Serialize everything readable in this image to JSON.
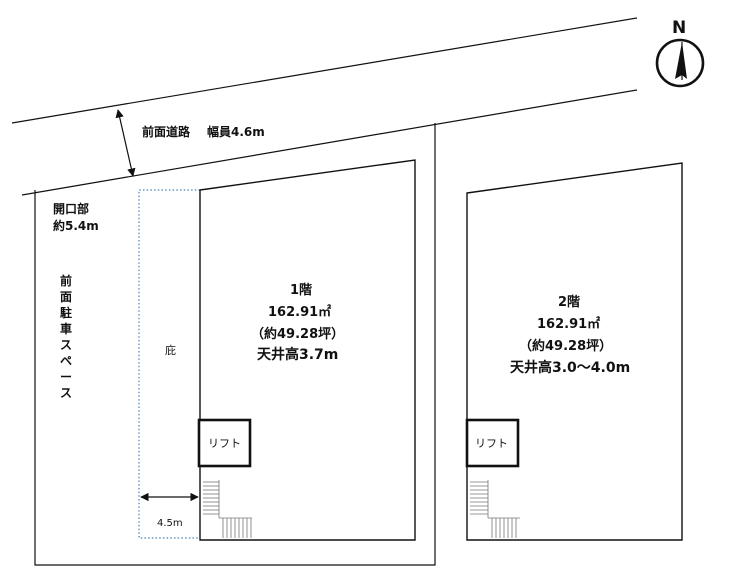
{
  "title": "",
  "colors": {
    "line": "#111111",
    "dotted": "#4a7fb5",
    "background": "#ffffff"
  },
  "road": {
    "label": "前面道路",
    "width_label": "幅員4.6m"
  },
  "north": {
    "label": "N",
    "icon": "north-arrow-icon"
  },
  "opening": {
    "line1": "開口部",
    "line2": "約5.4m"
  },
  "parking": {
    "chars": [
      "前",
      "面",
      "駐",
      "車",
      "ス",
      "ペ",
      "ー",
      "ス"
    ]
  },
  "eave": {
    "label": "庇",
    "depth_label": "4.5m"
  },
  "floor1": {
    "name": "1階",
    "area": "162.91㎡",
    "tsubo": "（約49.28坪）",
    "ceiling": "天井高3.7m",
    "lift": "リフト"
  },
  "floor2": {
    "name": "2階",
    "area": "162.91㎡",
    "tsubo": "（約49.28坪）",
    "ceiling": "天井高3.0～4.0m",
    "lift": "リフト"
  }
}
